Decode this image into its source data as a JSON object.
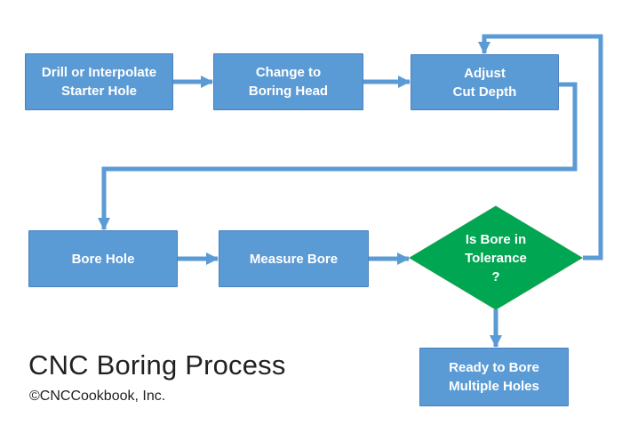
{
  "title": {
    "text": "CNC Boring Process",
    "copyright": "©CNCCookbook, Inc."
  },
  "colors": {
    "node_fill": "#5B9BD5",
    "node_border": "#4A80BD",
    "decision_fill": "#00A651",
    "decision_border": "#18A24E",
    "connector": "#5B9BD5",
    "text_light": "#FFFFFF",
    "title_text": "#212121",
    "background": "#FFFFFF"
  },
  "flowchart": {
    "nodes": [
      {
        "id": "drill-starter-hole",
        "type": "process",
        "lines": [
          "Drill or Interpolate",
          "Starter Hole"
        ]
      },
      {
        "id": "change-boring-head",
        "type": "process",
        "lines": [
          "Change to",
          "Boring Head"
        ]
      },
      {
        "id": "adjust-cut-depth",
        "type": "process",
        "lines": [
          "Adjust",
          "Cut Depth"
        ]
      },
      {
        "id": "bore-hole",
        "type": "process",
        "lines": [
          "Bore Hole"
        ]
      },
      {
        "id": "measure-bore",
        "type": "process",
        "lines": [
          "Measure Bore"
        ]
      },
      {
        "id": "tolerance-check",
        "type": "decision",
        "lines": [
          "Is Bore in",
          "Tolerance",
          "?"
        ]
      },
      {
        "id": "ready-multiple-holes",
        "type": "process",
        "lines": [
          "Ready to Bore",
          "Multiple Holes"
        ]
      }
    ],
    "edges": [
      {
        "from": "drill-starter-hole",
        "to": "change-boring-head"
      },
      {
        "from": "change-boring-head",
        "to": "adjust-cut-depth"
      },
      {
        "from": "adjust-cut-depth",
        "to": "bore-hole"
      },
      {
        "from": "bore-hole",
        "to": "measure-bore"
      },
      {
        "from": "measure-bore",
        "to": "tolerance-check"
      },
      {
        "from": "tolerance-check",
        "to": "adjust-cut-depth"
      },
      {
        "from": "tolerance-check",
        "to": "ready-multiple-holes"
      }
    ]
  }
}
